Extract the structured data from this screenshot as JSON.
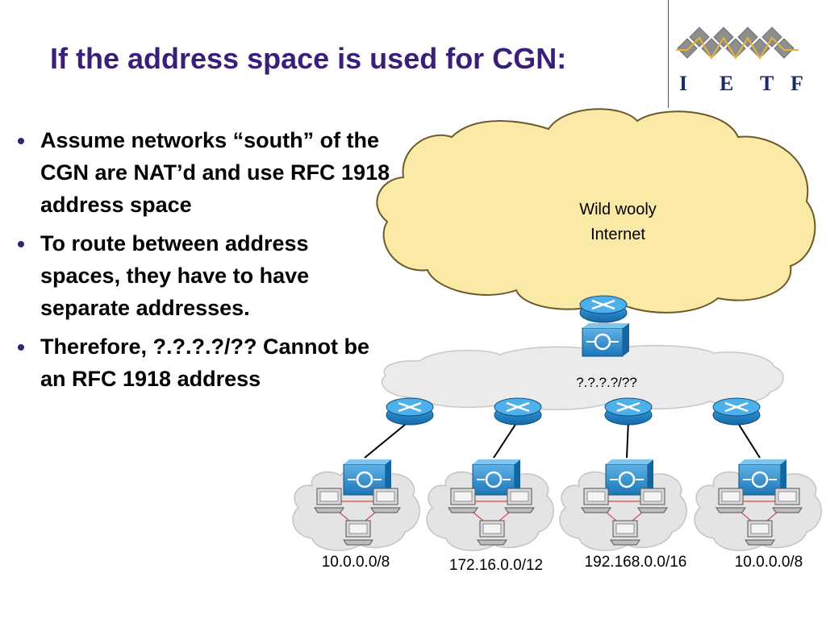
{
  "slide": {
    "title": "If the address space is used for CGN:",
    "bullets": [
      "Assume networks “south” of the CGN are NAT’d and use RFC 1918 address space",
      "To route between address spaces, they have to have separate addresses.",
      "Therefore, ?.?.?.?/?? Cannot be an RFC 1918 address"
    ]
  },
  "logo": {
    "letters": [
      "I",
      "E",
      "T",
      "F"
    ]
  },
  "diagram": {
    "internet_cloud": {
      "line1": "Wild wooly",
      "line2": "Internet"
    },
    "cgn_cloud_label": "?.?.?.?/??",
    "subnets": [
      "10.0.0.0/8",
      "172.16.0.0/12",
      "192.168.0.0/16",
      "10.0.0.0/8"
    ]
  },
  "colors": {
    "title": "#3a1f7a",
    "internet_cloud_fill": "#fbe9a6",
    "internet_cloud_stroke": "#6b5a2a",
    "router_blue": "#1f87c8",
    "switch_blue": "#2b8fd0",
    "grey_cloud": "#e4e4e4",
    "logo_diamond": "#8e8e8e",
    "logo_line": "#e3b53a"
  }
}
